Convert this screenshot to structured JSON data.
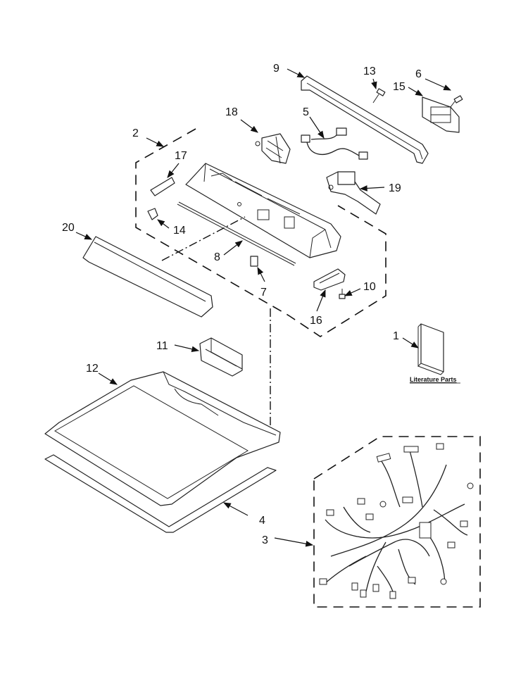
{
  "diagram": {
    "labels": {
      "p1": "1",
      "p2": "2",
      "p3": "3",
      "p4": "4",
      "p5": "5",
      "p6": "6",
      "p7": "7",
      "p8": "8",
      "p9": "9",
      "p10": "10",
      "p11": "11",
      "p12": "12",
      "p13": "13",
      "p14": "14",
      "p15": "15",
      "p16": "16",
      "p17": "17",
      "p18": "18",
      "p19": "19",
      "p20": "20"
    },
    "literature_caption": "Literature Parts"
  }
}
